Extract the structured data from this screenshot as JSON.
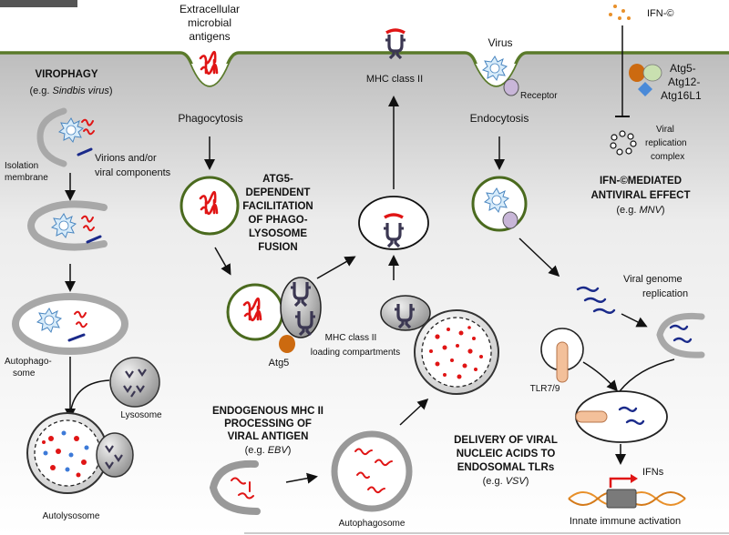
{
  "extracellular_label": [
    "Extracellular",
    "microbial",
    "antigens"
  ],
  "phagocytosis": "Phagocytosis",
  "virophagy": {
    "title": "VIROPHAGY",
    "example_prefix": "(e.g. ",
    "example_name": "Sindbis virus",
    "example_suffix": ")",
    "isolation_membrane": [
      "Isolation",
      "membrane"
    ],
    "virions": [
      "Virions and/or",
      "viral components"
    ],
    "autophagosome": [
      "Autophago-",
      "some"
    ],
    "lysosome": "Lysosome",
    "autolysosome": "Autolysosome"
  },
  "atg5_dependent": [
    "ATG5-",
    "DEPENDENT",
    "FACILITATION",
    "OF PHAGO-",
    "LYSOSOME",
    "FUSION"
  ],
  "atg5": "Atg5",
  "mhc_loading": [
    "MHC class II",
    "loading compartments"
  ],
  "mhc_class_ii": "MHC class II",
  "endogenous": {
    "title": [
      "ENDOGENOUS MHC II",
      "PROCESSING OF",
      "VIRAL ANTIGEN"
    ],
    "example_prefix": "(e.g. ",
    "example_name": "EBV",
    "example_suffix": ")"
  },
  "autophagosome_bottom": "Autophagosome",
  "virus": "Virus",
  "receptor": "Receptor",
  "endocytosis": "Endocytosis",
  "ifn": {
    "label": "IFN-©",
    "complex": [
      "Atg5-",
      "Atg12-",
      "Atg16L1"
    ],
    "replication_complex": [
      "Viral",
      "replication",
      "complex"
    ],
    "effect_title": [
      "IFN-©MEDIATED",
      "ANTIVIRAL EFFECT"
    ],
    "example_prefix": "(e.g. ",
    "example_name": "MNV",
    "example_suffix": ")"
  },
  "viral_genome": [
    "Viral genome",
    "replication"
  ],
  "tlr": "TLR7/9",
  "delivery": {
    "title": [
      "DELIVERY OF VIRAL",
      "NUCLEIC ACIDS TO",
      "ENDOSOMAL TLRs"
    ],
    "example_prefix": "(e.g. ",
    "example_name": "VSV",
    "example_suffix": ")"
  },
  "ifns": "IFNs",
  "innate": "Innate immune activation",
  "colors": {
    "membrane": "#5a7a2a",
    "antigen": "#e01515",
    "mhc": "#3b3752",
    "atg5": "#cc6a10",
    "viral_rna": "#1a2a8a",
    "ifn_dots": "#e8902a",
    "tlr": "#f3c09a"
  }
}
